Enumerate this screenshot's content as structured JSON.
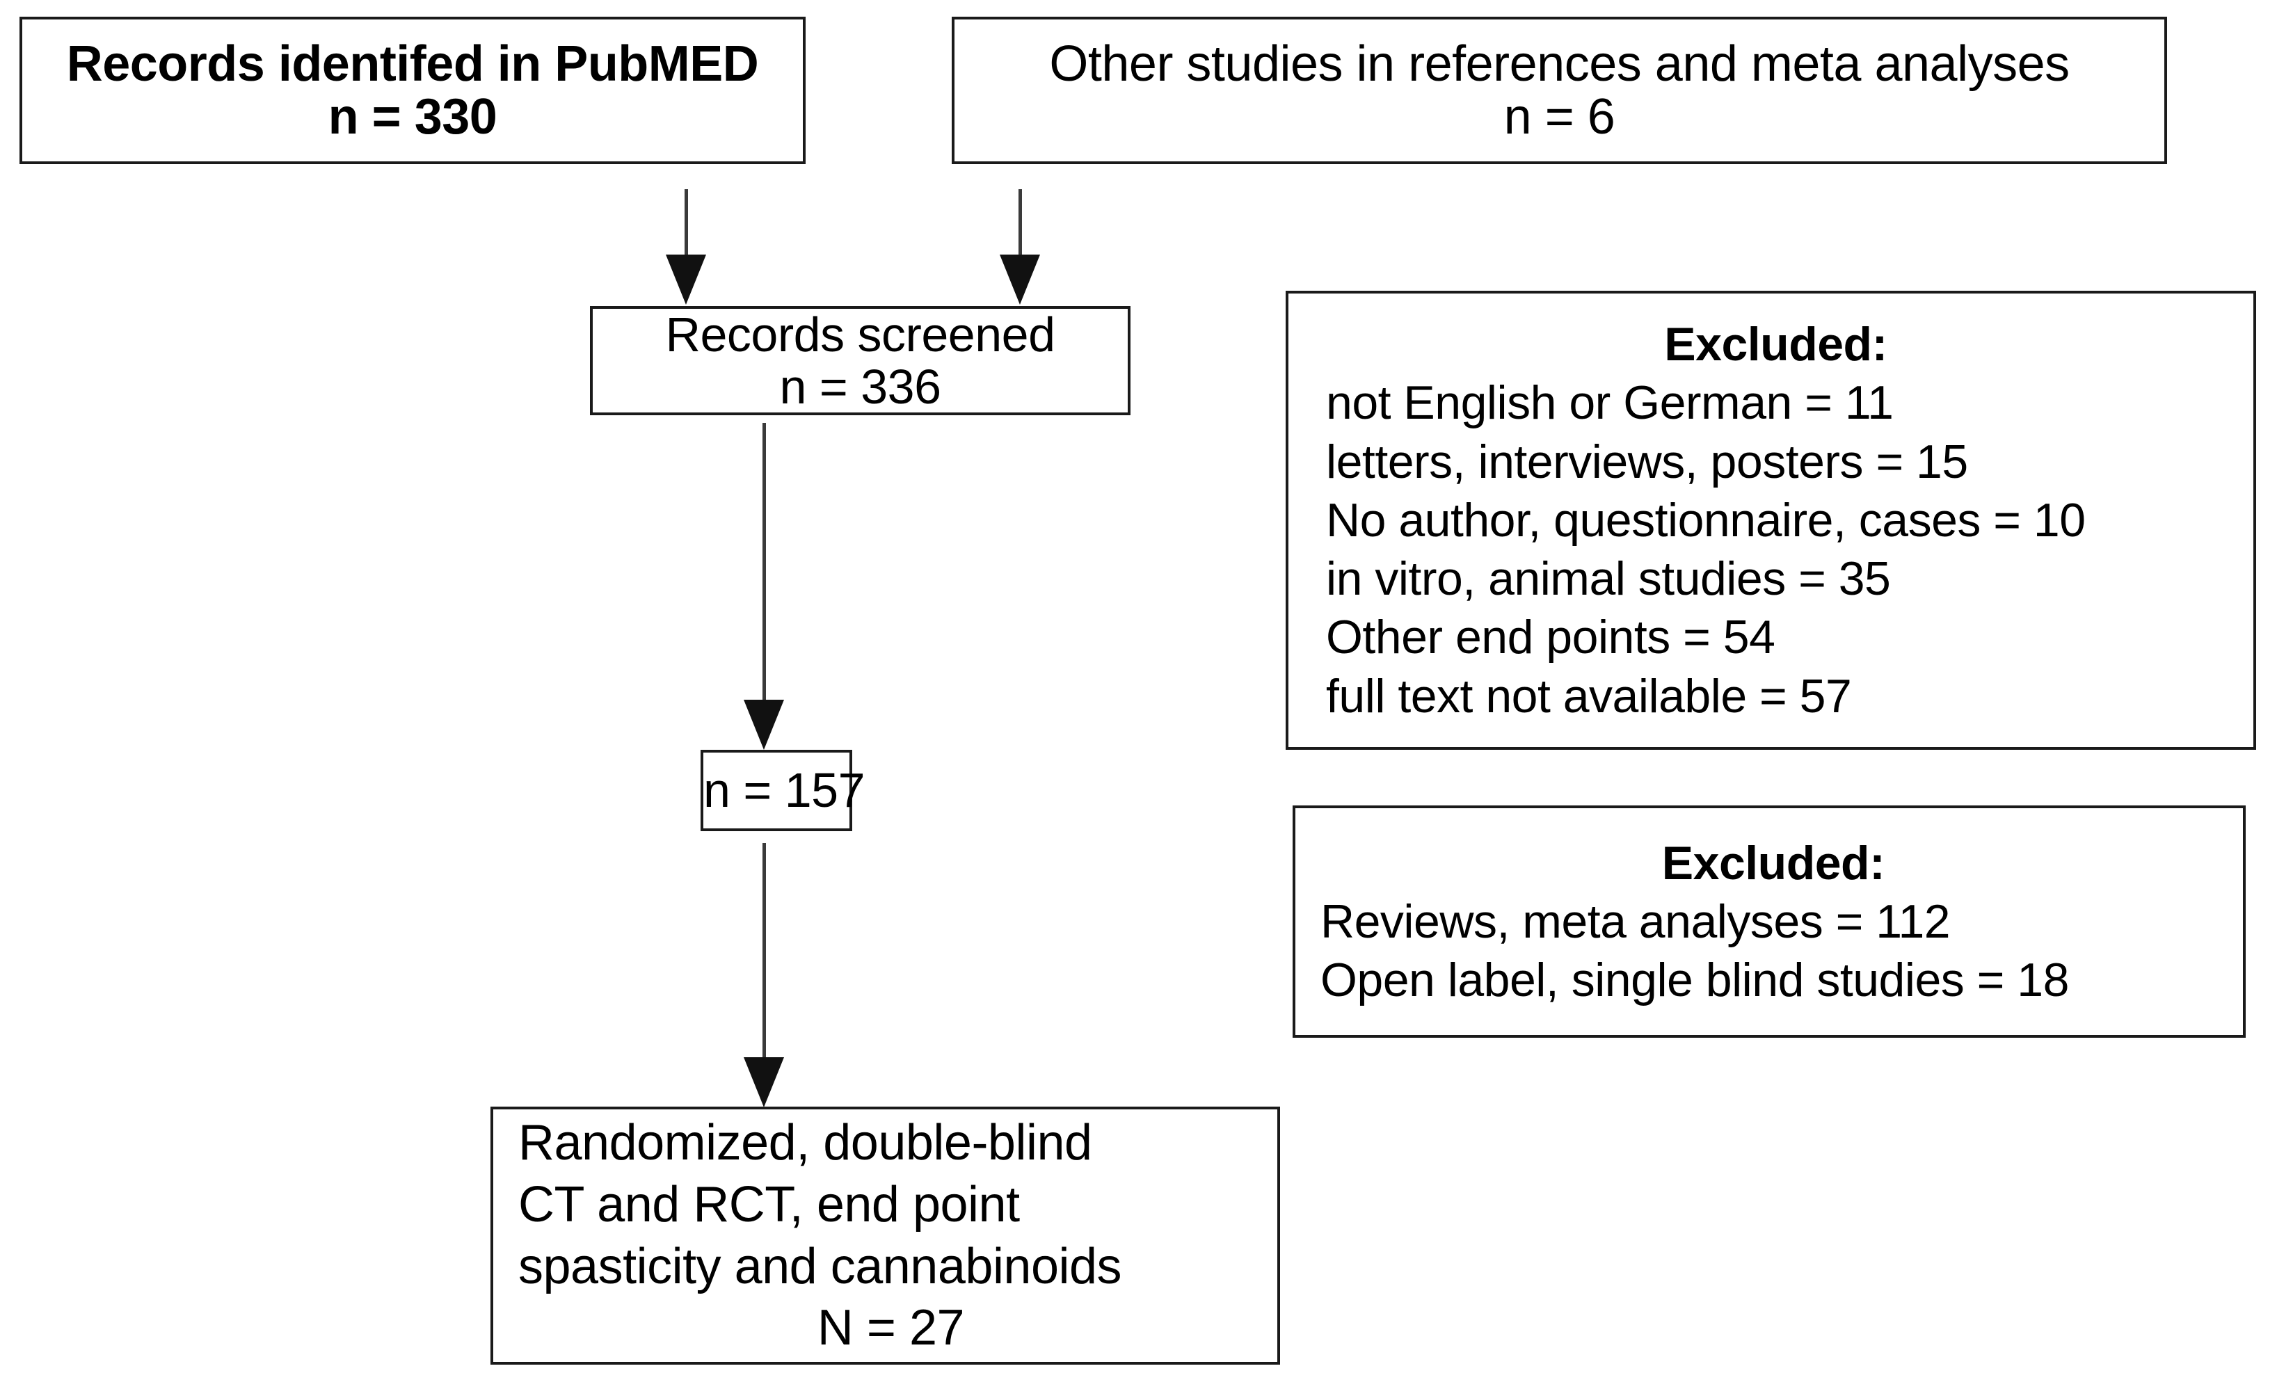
{
  "diagram": {
    "type": "prisma-flow-diagram",
    "title": "Study selection flow",
    "nodes": {
      "pubmed": {
        "label_line_1": "Records identifed in PubMED",
        "label_line_2": "n = 330",
        "count": 330
      },
      "other_sources": {
        "label_line_1": "Other studies in references and meta analyses",
        "label_line_2": "n = 6",
        "count": 6
      },
      "screened": {
        "label_line_1": "Records screened",
        "label_line_2": "n = 336",
        "count": 336
      },
      "excluded_first": {
        "heading": "Excluded:",
        "reasons": [
          "not English or German = 11",
          "letters, interviews, posters = 15",
          "No author, questionnaire, cases = 10",
          "in vitro, animal studies = 35",
          "Other end points = 54",
          "full text not available = 57"
        ]
      },
      "remaining": {
        "label_line_1": "n = 157",
        "count": 157
      },
      "excluded_second": {
        "heading": "Excluded:",
        "reasons": [
          "Reviews, meta analyses = 112",
          "Open label, single blind studies = 18"
        ]
      },
      "included": {
        "label_line_1": "Randomized, double-blind",
        "label_line_2": "CT and RCT, end point",
        "label_line_3": "spasticity and cannabinoids",
        "label_line_4": "N = 27",
        "count": 27
      }
    },
    "arrows": [
      {
        "name": "pubmed-to-screened",
        "from": "pubmed",
        "to": "screened",
        "direction": "down"
      },
      {
        "name": "other-to-screened",
        "from": "other_sources",
        "to": "screened",
        "direction": "down"
      },
      {
        "name": "screened-to-remaining",
        "from": "screened",
        "to": "remaining",
        "direction": "down"
      },
      {
        "name": "remaining-to-included",
        "from": "remaining",
        "to": "included",
        "direction": "down"
      }
    ],
    "colors": {
      "background": "#ffffff",
      "text": "#000000",
      "box_border": "#1a1a1a",
      "arrow_shaft": "#3a3a3a",
      "arrow_head": "#111111"
    }
  }
}
